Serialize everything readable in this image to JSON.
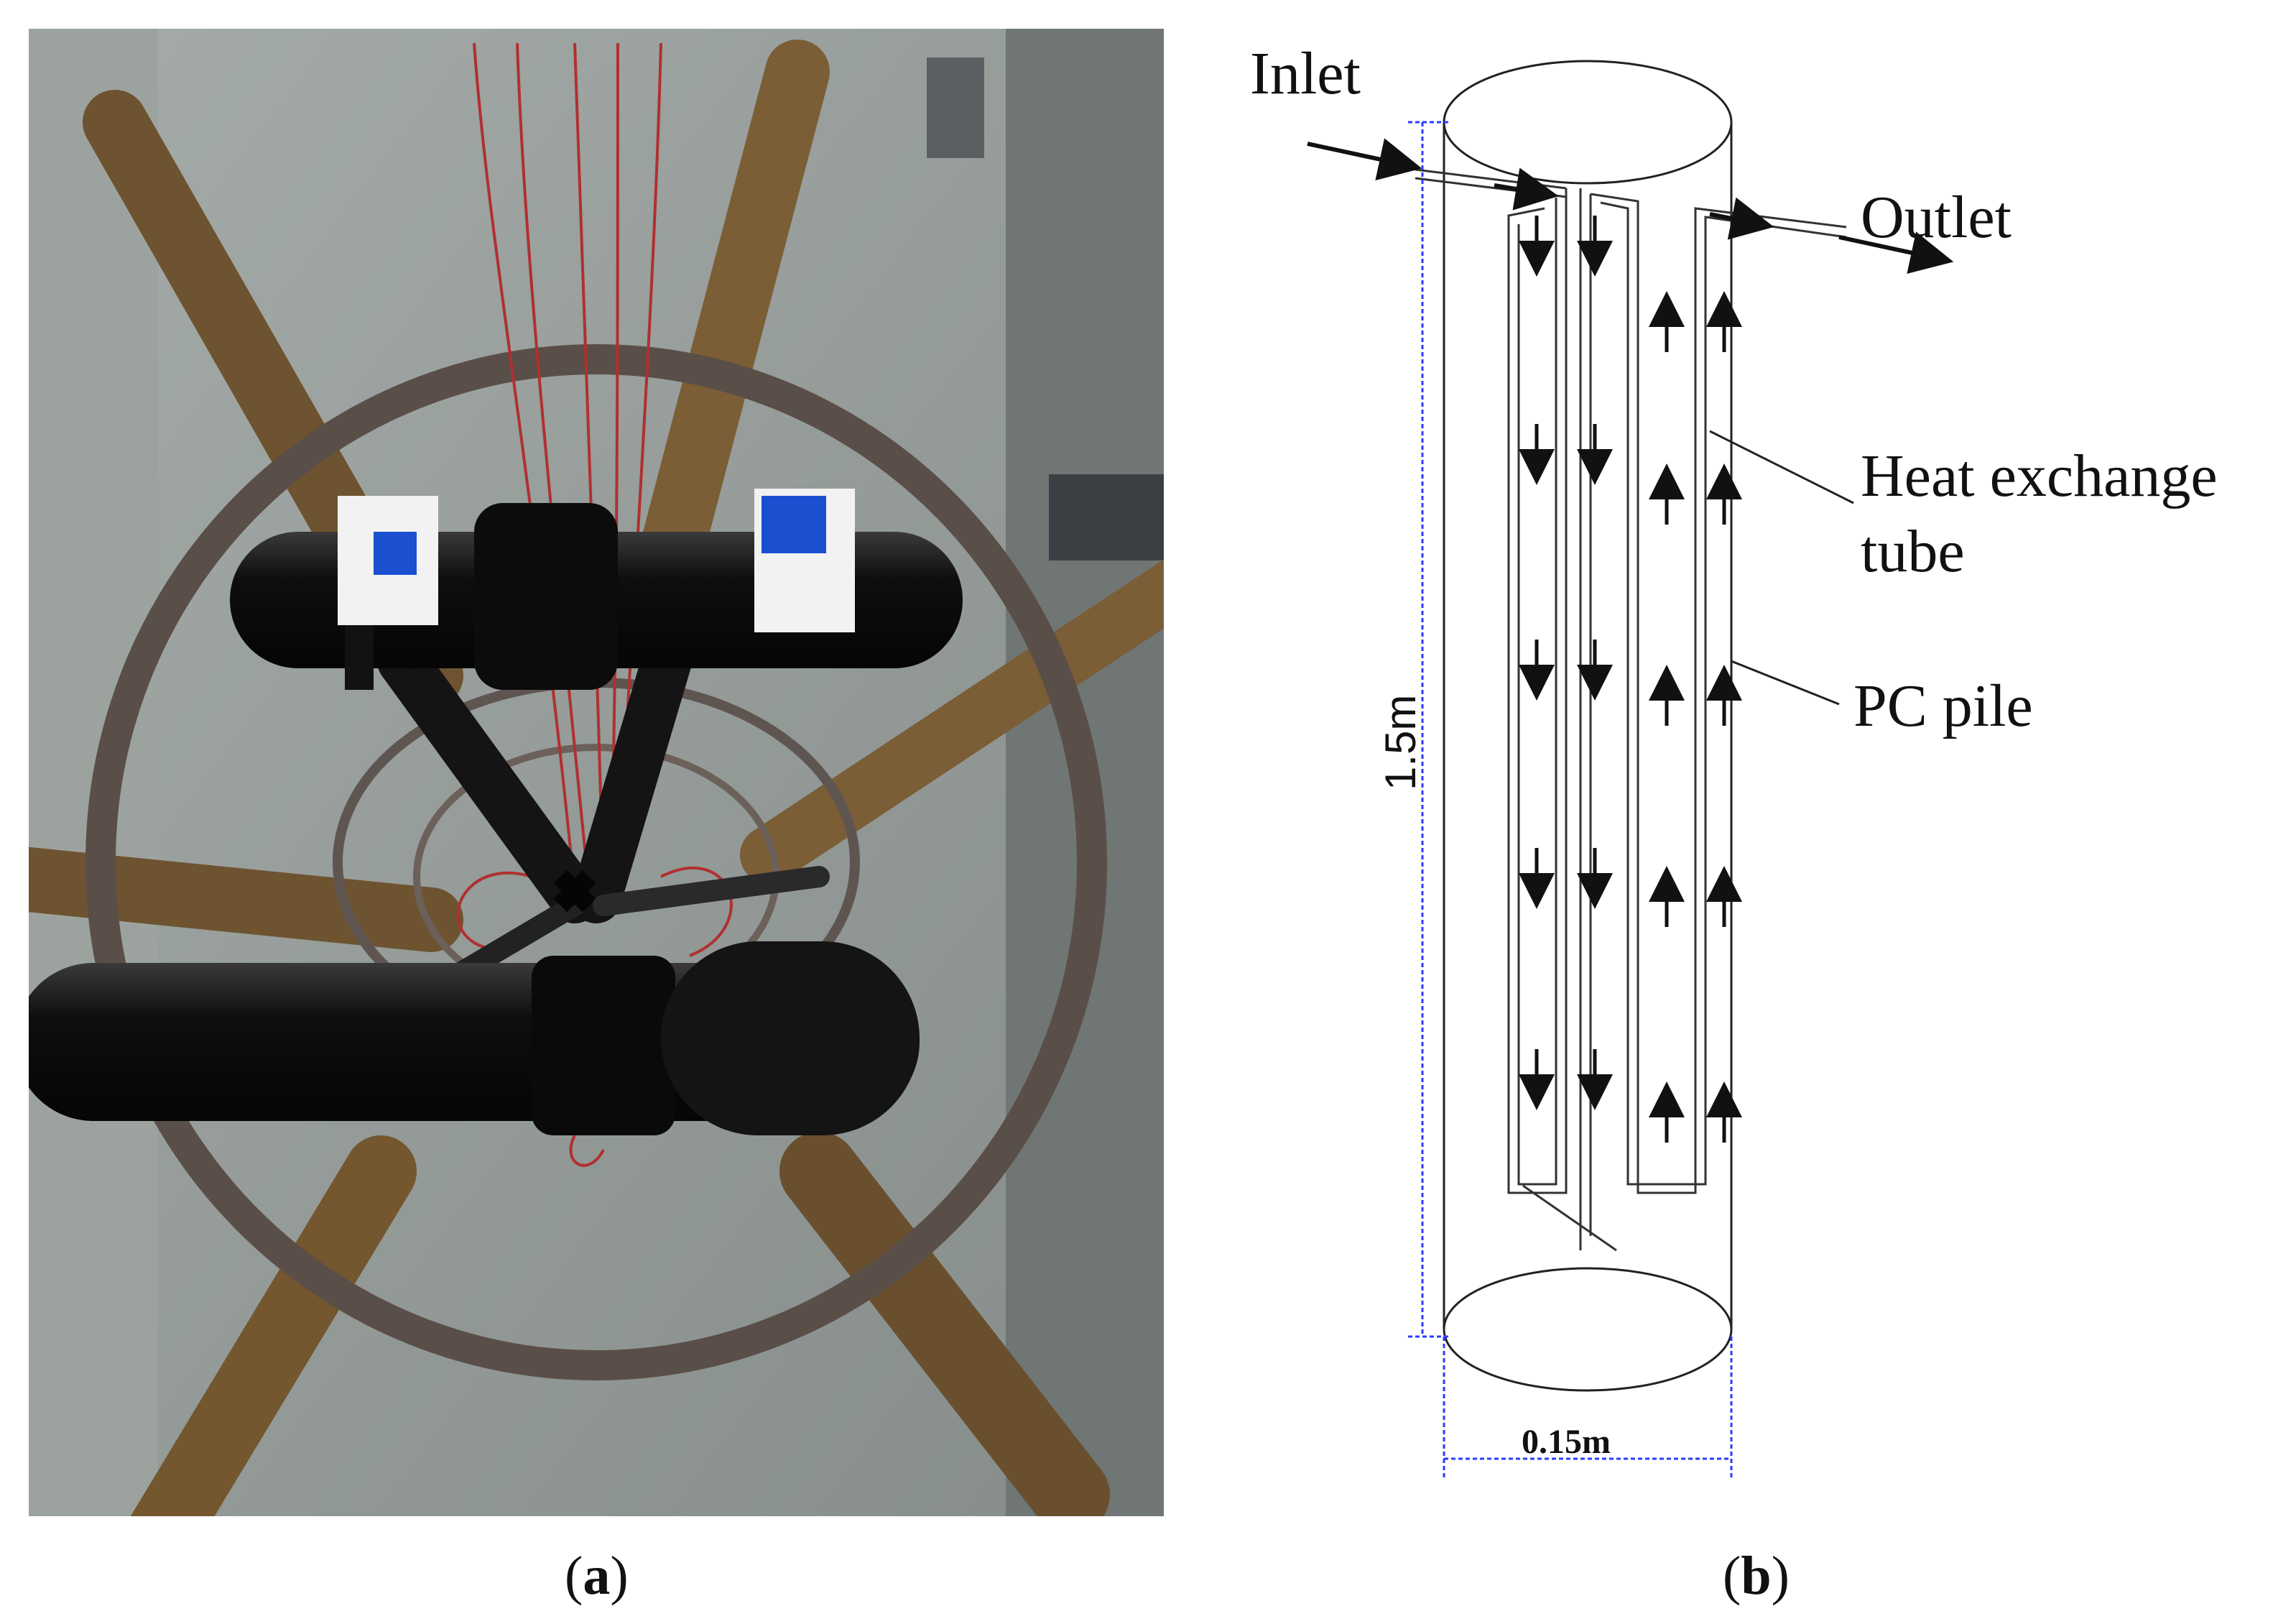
{
  "figure": {
    "panel_a": {
      "caption_open": "(",
      "caption_letter": "a",
      "caption_close": ")"
    },
    "panel_b": {
      "caption_open": "(",
      "caption_letter": "b",
      "caption_close": ")",
      "labels": {
        "inlet": "Inlet",
        "outlet": "Outlet",
        "heat_exchange_line1": "Heat exchange",
        "heat_exchange_line2": "tube",
        "pc_pile": "PC pile",
        "height": "1.5m",
        "diameter": "0.15m"
      }
    }
  },
  "colors": {
    "rebar": "#7a5a32",
    "pipe": "#151515",
    "ring": "#5a4e48",
    "background": "#8e9592",
    "dimension_line": "#2a3cff",
    "tag": "#1a4fd0"
  }
}
